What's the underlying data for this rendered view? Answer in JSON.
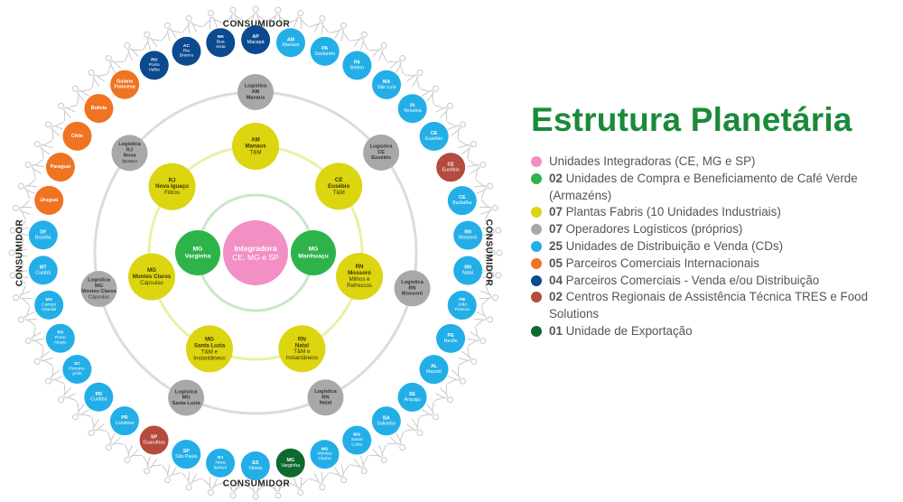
{
  "title": "Estrutura Planetária",
  "ring_label": "CONSUMIDOR",
  "colors": {
    "integradora": "#f28fc4",
    "compra": "#2db34a",
    "fabrica": "#dcd50f",
    "logistica": "#a8a8a8",
    "cd": "#23aee8",
    "internacional": "#f07322",
    "comercial": "#0c4a8f",
    "assistencia": "#b54b3d",
    "exportacao": "#0d6a2f",
    "title": "#1a8a3a"
  },
  "legend": [
    {
      "type": "integradora",
      "num": "",
      "text": "Unidades Integradoras (CE, MG e SP)"
    },
    {
      "type": "compra",
      "num": "02",
      "text": " Unidades de Compra e Beneficiamento de Café Verde (Armazéns)"
    },
    {
      "type": "fabrica",
      "num": "07",
      "text": " Plantas Fabris (10 Unidades Industriais)"
    },
    {
      "type": "logistica",
      "num": "07",
      "text": " Operadores Logísticos (próprios)"
    },
    {
      "type": "cd",
      "num": "25",
      "text": " Unidades de Distribuição e Venda (CDs)"
    },
    {
      "type": "internacional",
      "num": "05",
      "text": " Parceiros Comerciais Internacionais"
    },
    {
      "type": "comercial",
      "num": "04",
      "text": " Parceiros Comerciais - Venda e/ou Distribuição"
    },
    {
      "type": "assistencia",
      "num": "02",
      "text": " Centros Regionais de Assistência Técnica TRES e Food Solutions"
    },
    {
      "type": "exportacao",
      "num": "01",
      "text": " Unidade de Exportação"
    }
  ],
  "center": {
    "type": "integradora",
    "lines": [
      "Integradora",
      "CE, MG e SP"
    ]
  },
  "compra": [
    {
      "type": "compra",
      "lines": [
        "MG",
        "Varginha"
      ]
    },
    {
      "type": "compra",
      "lines": [
        "MG",
        "Manhuaçu"
      ]
    }
  ],
  "fabricas": [
    {
      "type": "fabrica",
      "lines": [
        "AM",
        "Manaus",
        "T&M"
      ]
    },
    {
      "type": "fabrica",
      "lines": [
        "CE",
        "Eusébio",
        "T&M"
      ]
    },
    {
      "type": "fabrica",
      "lines": [
        "RN",
        "Mossoró",
        "Milhos e",
        "Refrescos"
      ]
    },
    {
      "type": "fabrica",
      "lines": [
        "RN",
        "Natal",
        "T&M e",
        "Instantâneos"
      ]
    },
    {
      "type": "fabrica",
      "lines": [
        "MG",
        "Santa Luzia",
        "T&M e",
        "Instantâneos"
      ]
    },
    {
      "type": "fabrica",
      "lines": [
        "MG",
        "Montes Claros",
        "Cápsulas"
      ]
    },
    {
      "type": "fabrica",
      "lines": [
        "RJ",
        "Nova Iguaçu",
        "Filtros"
      ]
    }
  ],
  "logistica": [
    {
      "type": "logistica",
      "lines": [
        "Logística",
        "AM",
        "Manaus"
      ]
    },
    {
      "type": "logistica",
      "lines": [
        "Logística",
        "CE",
        "Eusébio"
      ]
    },
    {
      "type": "logistica",
      "lines": [
        "Logística",
        "RN",
        "Mossoró"
      ]
    },
    {
      "type": "logistica",
      "lines": [
        "Logística",
        "RN",
        "Natal"
      ]
    },
    {
      "type": "logistica",
      "lines": [
        "Logística",
        "MG",
        "Santa Luzia"
      ]
    },
    {
      "type": "logistica",
      "lines": [
        "Logística",
        "MG",
        "Montes Claros",
        "Cápsulas"
      ]
    },
    {
      "type": "logistica",
      "lines": [
        "Logística",
        "RJ",
        "Nova",
        "Iguaçu"
      ]
    }
  ],
  "outer": [
    {
      "type": "cd",
      "lines": [
        "AM",
        "Manaus"
      ]
    },
    {
      "type": "cd",
      "lines": [
        "PA",
        "Santarém"
      ]
    },
    {
      "type": "cd",
      "lines": [
        "PA",
        "Belém"
      ]
    },
    {
      "type": "cd",
      "lines": [
        "MA",
        "São Luís"
      ]
    },
    {
      "type": "cd",
      "lines": [
        "PI",
        "Teresina"
      ]
    },
    {
      "type": "cd",
      "lines": [
        "CE",
        "Eusébio"
      ]
    },
    {
      "type": "assistencia",
      "lines": [
        "CE",
        "Eusébio"
      ]
    },
    {
      "type": "cd",
      "lines": [
        "CE",
        "Barbalha"
      ]
    },
    {
      "type": "cd",
      "lines": [
        "RN",
        "Mossoró"
      ]
    },
    {
      "type": "cd",
      "lines": [
        "RN",
        "Natal"
      ]
    },
    {
      "type": "cd",
      "lines": [
        "PB",
        "João",
        "Pessoa"
      ]
    },
    {
      "type": "cd",
      "lines": [
        "PE",
        "Recife"
      ]
    },
    {
      "type": "cd",
      "lines": [
        "AL",
        "Maceió"
      ]
    },
    {
      "type": "cd",
      "lines": [
        "SE",
        "Aracaju"
      ]
    },
    {
      "type": "cd",
      "lines": [
        "BA",
        "Salvador"
      ]
    },
    {
      "type": "cd",
      "lines": [
        "MG",
        "Santa",
        "Luzia"
      ]
    },
    {
      "type": "cd",
      "lines": [
        "MG",
        "Montes",
        "Claros"
      ]
    },
    {
      "type": "exportacao",
      "lines": [
        "MG",
        "Varginha"
      ]
    },
    {
      "type": "cd",
      "lines": [
        "ES",
        "Vitória"
      ]
    },
    {
      "type": "cd",
      "lines": [
        "RJ",
        "Nova",
        "Iguaçu"
      ]
    },
    {
      "type": "cd",
      "lines": [
        "SP",
        "São Paulo"
      ]
    },
    {
      "type": "assistencia",
      "lines": [
        "SP",
        "Guarulhos"
      ]
    },
    {
      "type": "cd",
      "lines": [
        "PR",
        "Londrina"
      ]
    },
    {
      "type": "cd",
      "lines": [
        "PR",
        "Curitiba"
      ]
    },
    {
      "type": "cd",
      "lines": [
        "SC",
        "Floriano-",
        "polis"
      ]
    },
    {
      "type": "cd",
      "lines": [
        "RS",
        "Porto",
        "Alegre"
      ]
    },
    {
      "type": "cd",
      "lines": [
        "MS",
        "Campo",
        "Grande"
      ]
    },
    {
      "type": "cd",
      "lines": [
        "MT",
        "Cuiabá"
      ]
    },
    {
      "type": "cd",
      "lines": [
        "DF",
        "Brasília"
      ]
    },
    {
      "type": "internacional",
      "lines": [
        "Uruguai"
      ]
    },
    {
      "type": "internacional",
      "lines": [
        "Paraguai"
      ]
    },
    {
      "type": "internacional",
      "lines": [
        "Chile"
      ]
    },
    {
      "type": "internacional",
      "lines": [
        "Bolívia"
      ]
    },
    {
      "type": "internacional",
      "lines": [
        "Guiana",
        "Francesa"
      ]
    },
    {
      "type": "comercial",
      "lines": [
        "RO",
        "Porto",
        "Velho"
      ]
    },
    {
      "type": "comercial",
      "lines": [
        "AC",
        "Rio",
        "Branco"
      ]
    },
    {
      "type": "comercial",
      "lines": [
        "RR",
        "Boa",
        "Vista"
      ]
    },
    {
      "type": "comercial",
      "lines": [
        "AP",
        "Macapá"
      ]
    }
  ]
}
